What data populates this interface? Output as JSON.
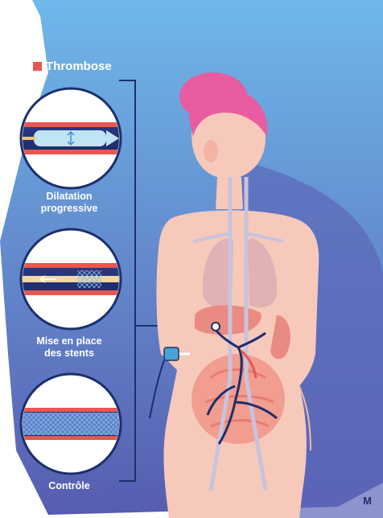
{
  "legend": {
    "label": "Thrombose",
    "color": "#e8574f"
  },
  "steps": [
    {
      "line1": "Dilatation",
      "line2": "progressive"
    },
    {
      "line1": "Mise en place",
      "line2": "des stents"
    },
    {
      "line1": "Contrôle",
      "line2": ""
    }
  ],
  "colors": {
    "background_top": "#6fb5e7",
    "background_bottom": "#5a5fb3",
    "skin": "#f7c9bb",
    "hair": "#e85ca1",
    "vessel": "#1d2f6b",
    "thrombus": "#e8574f"
  },
  "logo_mark": "M"
}
